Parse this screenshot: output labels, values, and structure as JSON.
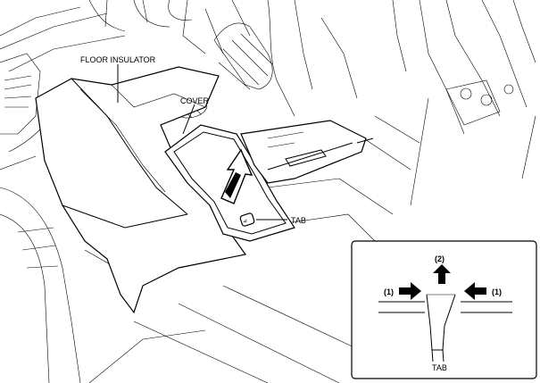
{
  "labels": {
    "floor_insulator": "FLOOR INSULATOR",
    "cover": "COVER",
    "tab": "TAB"
  },
  "inset": {
    "step1_left": "(1)",
    "step2": "(2)",
    "step1_right": "(1)",
    "caption": "TAB"
  }
}
